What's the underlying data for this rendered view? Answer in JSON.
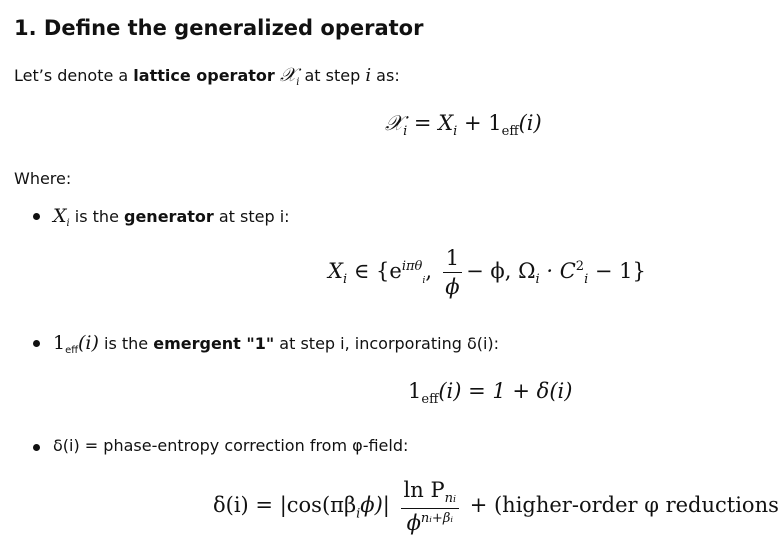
{
  "heading": "1. Define the generalized operator",
  "intro": {
    "prefix": "Let’s denote a ",
    "bold": "lattice operator",
    "sym": "𝒳",
    "sub": "i",
    "mid": " at step ",
    "var": "i",
    "suffix": " as:"
  },
  "eq1": {
    "lhs": "𝒳",
    "lhs_sub": "i",
    "eq": " = ",
    "x": "X",
    "x_sub": "i",
    "plus": " + 1",
    "eff": "eff",
    "arg": "(i)"
  },
  "where": "Where:",
  "bullets": [
    {
      "sym": "X",
      "sub": "i",
      "text_pre": " is the ",
      "bold": "generator",
      "text_post": " at step i:"
    },
    {
      "sym": "1",
      "sub": "eff",
      "arg": "(i)",
      "text_pre": " is the ",
      "bold": "emergent \"1\"",
      "text_post": " at step i, incorporating δ(i):"
    },
    {
      "text": "δ(i) = phase-entropy correction from φ-field:"
    }
  ],
  "eq2": {
    "lhs": "X",
    "lhs_sub": "i",
    "in": " ∈ {e",
    "exp": "iπθ",
    "exp_sub": "i",
    "comma1": ",",
    "num": "1",
    "den": "ϕ",
    "minus_phi": "− ϕ,  Ω",
    "omega_sub": "i",
    "dot": " · C",
    "c_sup": "2",
    "c_sub": "i",
    "tail": " − 1}"
  },
  "eq3": {
    "one": "1",
    "eff": "eff",
    "rest": "(i) = 1 + δ(i)"
  },
  "eq4": {
    "lhs": "δ(i) = |cos(πβ",
    "beta_sub": "i",
    "phi": "ϕ)|",
    "num": "ln P",
    "num_sub": "n",
    "num_subsub": "i",
    "den": "ϕ",
    "den_sup": "nᵢ+βᵢ",
    "tail": "+ (higher-order φ reductions)"
  }
}
